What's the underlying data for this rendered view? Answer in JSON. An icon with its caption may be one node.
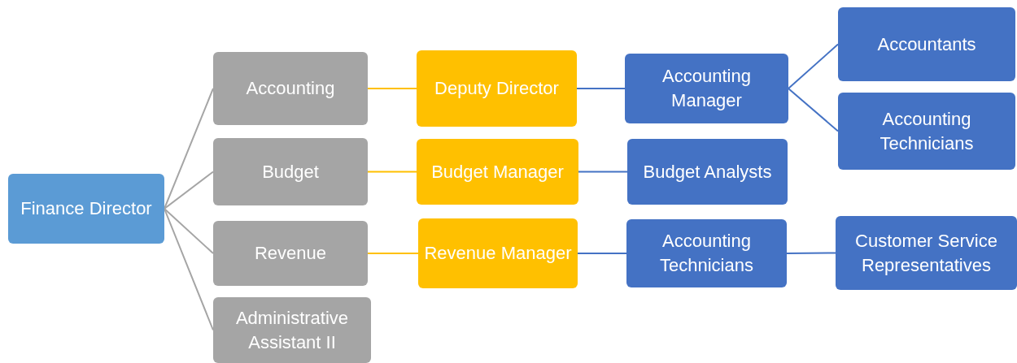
{
  "diagram": {
    "nodes": [
      {
        "text": [
          "Finance Director"
        ]
      },
      {
        "text": [
          "Accounting"
        ]
      },
      {
        "text": [
          "Budget"
        ]
      },
      {
        "text": [
          "Revenue"
        ]
      },
      {
        "text": [
          "Administrative Assistant II"
        ]
      },
      {
        "text": [
          "Deputy Director"
        ]
      },
      {
        "text": [
          "Budget Manager"
        ]
      },
      {
        "text": [
          "Revenue Manager"
        ]
      },
      {
        "text": [
          "Accounting Manager"
        ]
      },
      {
        "text": [
          "Budget Analysts"
        ]
      },
      {
        "text": [
          "Accounting Technicians"
        ]
      },
      {
        "text": [
          "Accountants"
        ]
      },
      {
        "text": [
          "Accounting Technicians"
        ]
      },
      {
        "text": [
          "Customer Service Representatives"
        ]
      }
    ],
    "edges": [
      {
        "from": 0,
        "to": 1,
        "arrow": "none",
        "color": "#a5a5a5"
      },
      {
        "from": 0,
        "to": 2,
        "arrow": "none",
        "color": "#a5a5a5"
      },
      {
        "from": 0,
        "to": 3,
        "arrow": "none",
        "color": "#a5a5a5"
      },
      {
        "from": 0,
        "to": 4,
        "arrow": "none",
        "color": "#a5a5a5"
      },
      {
        "from": 1,
        "to": 5,
        "arrow": "none",
        "color": "#ffc000"
      },
      {
        "from": 5,
        "to": 8,
        "arrow": "none"
      },
      {
        "from": 8,
        "to": 11,
        "arrow": "none"
      },
      {
        "from": 8,
        "to": 12,
        "arrow": "none"
      },
      {
        "from": 2,
        "to": 6,
        "arrow": "none",
        "color": "#ffc000"
      },
      {
        "from": 6,
        "to": 9,
        "arrow": "none"
      },
      {
        "from": 3,
        "to": 7,
        "arrow": "none",
        "color": "#ffc000"
      },
      {
        "from": 7,
        "to": 10,
        "arrow": "none"
      },
      {
        "from": 10,
        "to": 13,
        "arrow": "none"
      }
    ]
  }
}
